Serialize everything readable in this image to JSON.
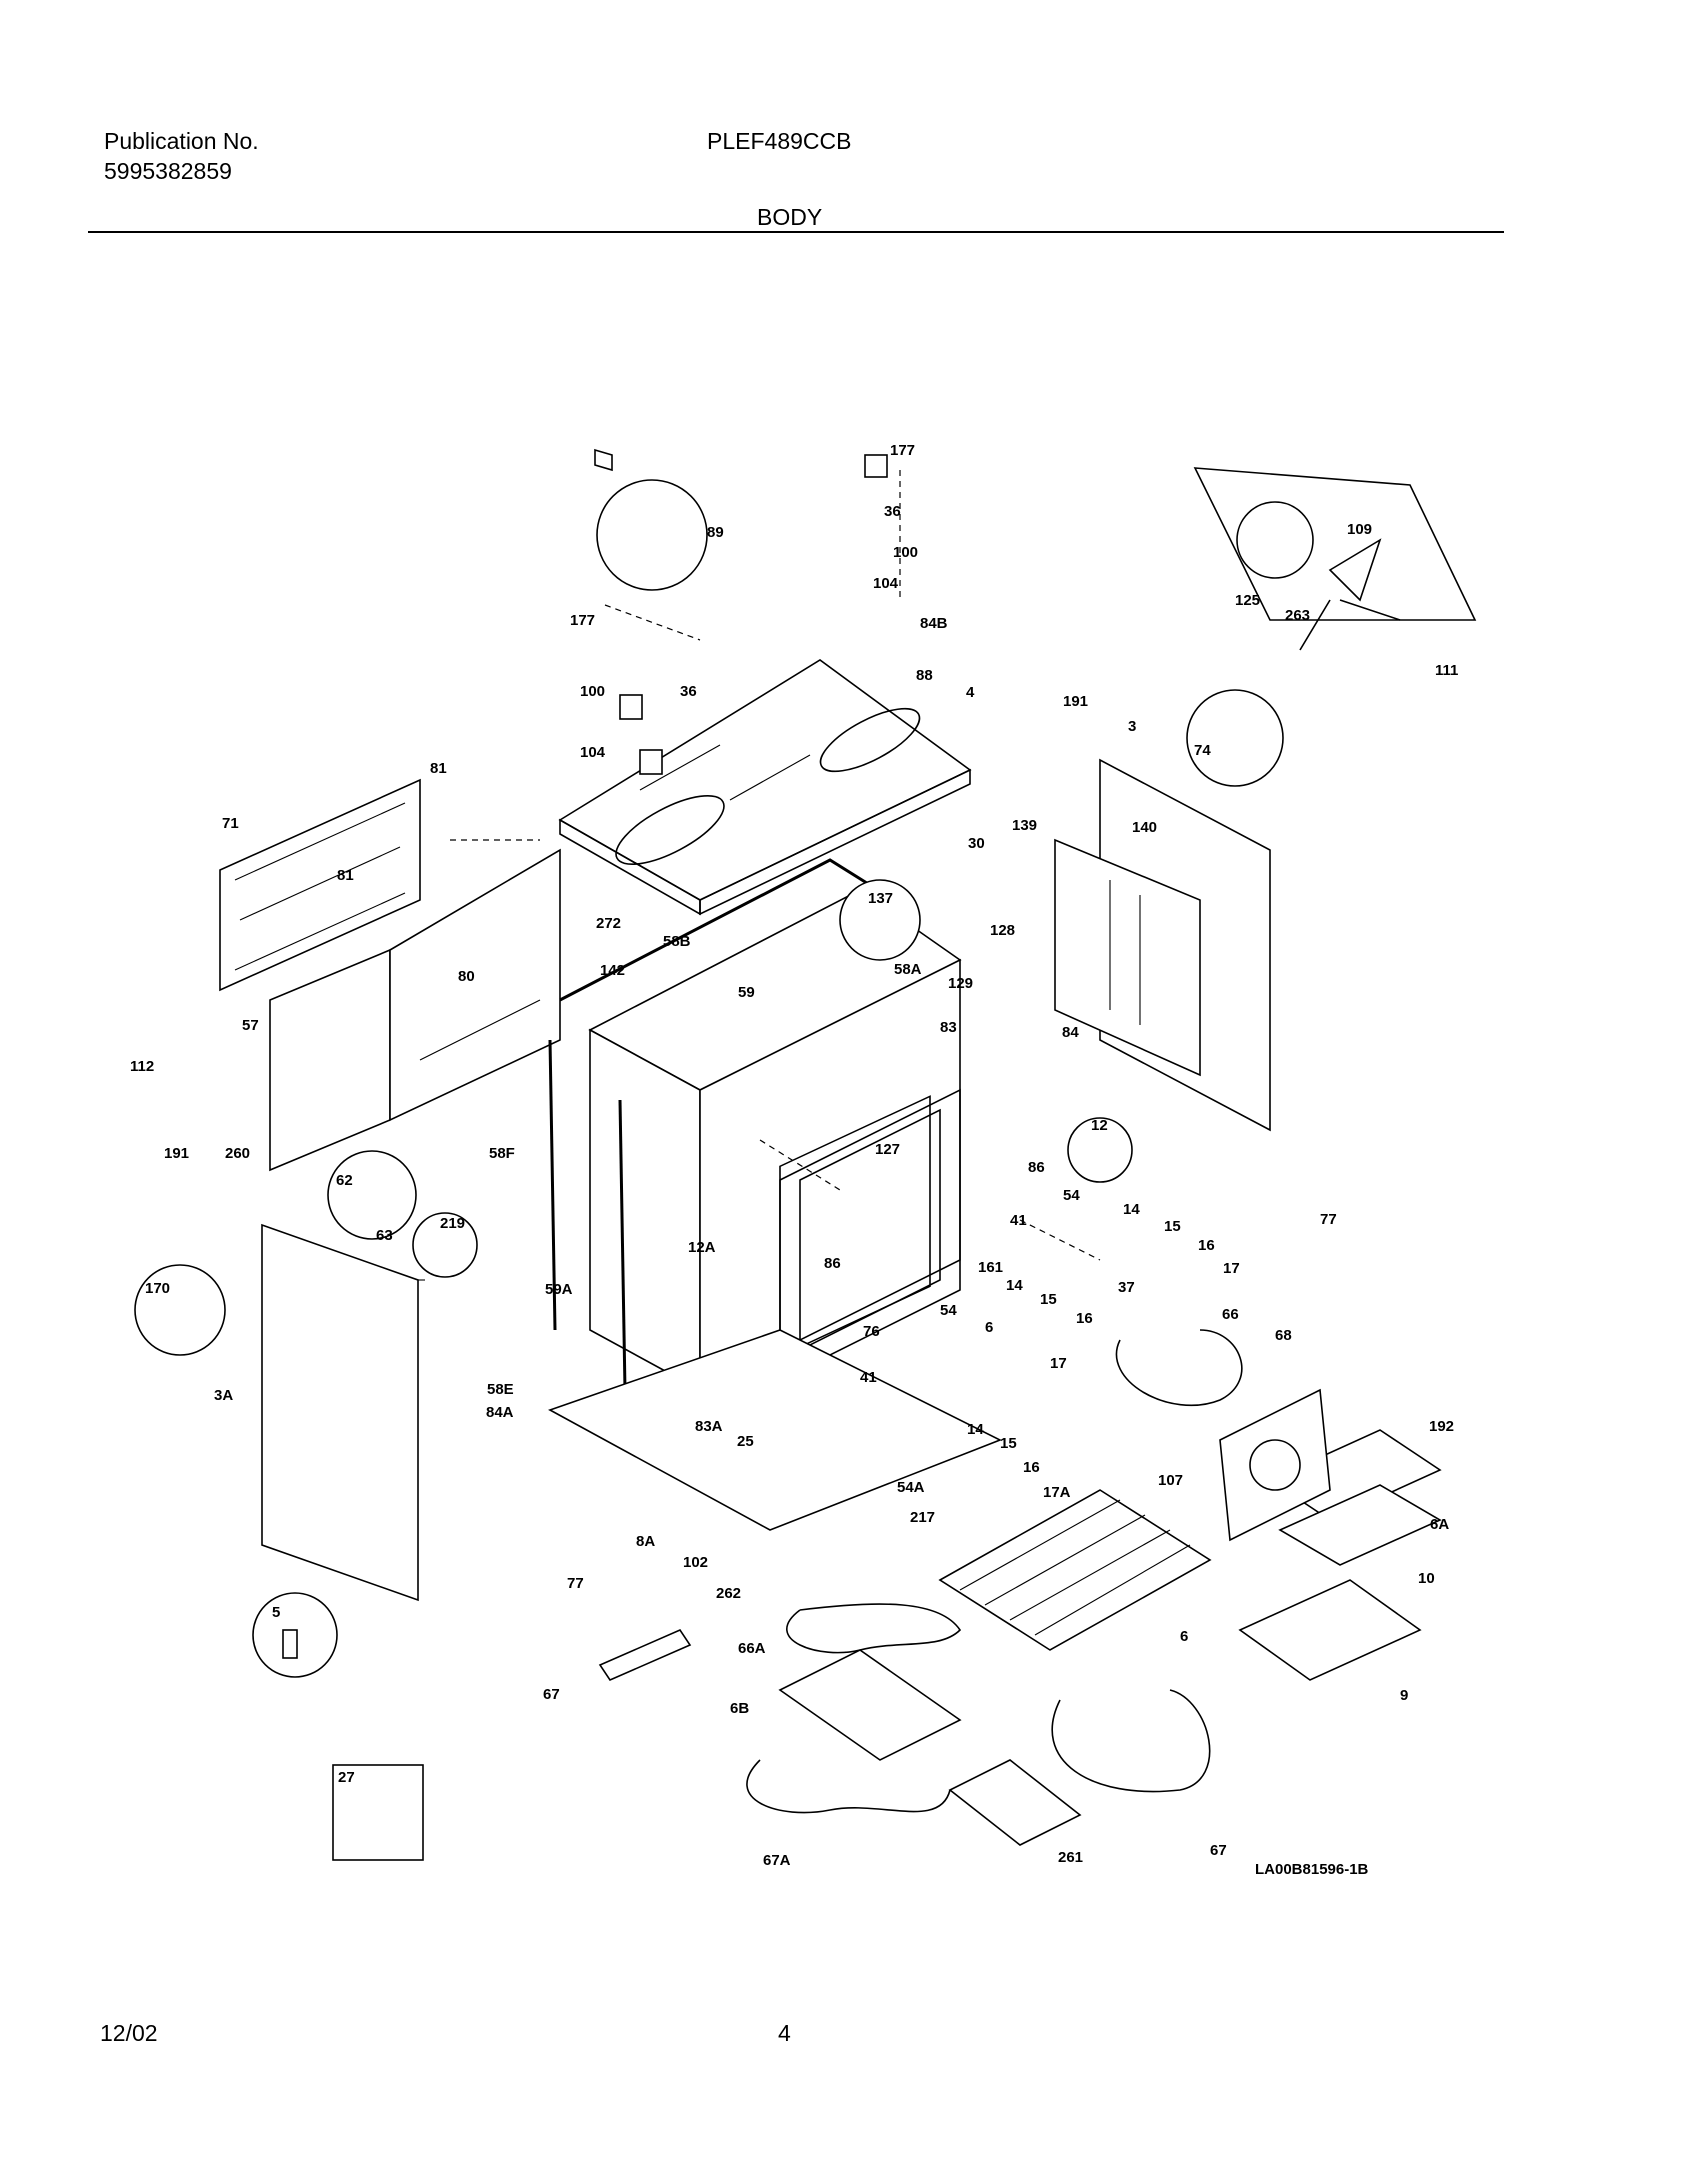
{
  "header": {
    "publication_label": "Publication No.",
    "publication_number": "5995382859",
    "model": "PLEF489CCB",
    "section": "BODY"
  },
  "diagram": {
    "drawing_code": "LA00B81596-1B",
    "callouts": {
      "c177a": "177",
      "c36a": "36",
      "c100a": "100",
      "c104a": "104",
      "c84b": "84B",
      "c89": "89",
      "c177b": "177",
      "c100b": "100",
      "c36b": "36",
      "c104b": "104",
      "c88": "88",
      "c4": "4",
      "c191a": "191",
      "c3": "3",
      "c139": "139",
      "c30": "30",
      "c140": "140",
      "c74": "74",
      "c109": "109",
      "c125": "125",
      "c263": "263",
      "c111": "111",
      "c71": "71",
      "c81a": "81",
      "c81b": "81",
      "c272": "272",
      "c80": "80",
      "c142": "142",
      "c58b": "58B",
      "c137": "137",
      "c128": "128",
      "c129": "129",
      "c59": "59",
      "c58a": "58A",
      "c84": "84",
      "c57": "57",
      "c83": "83",
      "c12": "12",
      "c112": "112",
      "c191b": "191",
      "c260": "260",
      "c58f": "58F",
      "c127": "127",
      "c86a": "86",
      "c62": "62",
      "c63": "63",
      "c219": "219",
      "c41": "41",
      "c54a": "54",
      "c14a": "14",
      "c15a": "15",
      "c16a": "16",
      "c17a": "17",
      "c77a": "77",
      "c170": "170",
      "c12a": "12A",
      "c86b": "86",
      "c161": "161",
      "c59a": "59A",
      "c14b": "14",
      "c37": "37",
      "c54b": "54",
      "c15b": "15",
      "c16b": "16",
      "c66": "66",
      "c68": "68",
      "c3a": "3A",
      "c6a": "6",
      "c17b": "17",
      "c76": "76",
      "c41b": "41",
      "c58e": "58E",
      "c84a": "84A",
      "c25": "25",
      "c83a": "83A",
      "c14c": "14",
      "c15c": "15",
      "c16c": "16",
      "c192": "192",
      "c107": "107",
      "c54c": "54A",
      "c17c": "17A",
      "c8a": "8A",
      "c217": "217",
      "c102": "102",
      "c6aa": "6A",
      "c77b": "77",
      "c262": "262",
      "c10": "10",
      "c5": "5",
      "c66a": "66A",
      "c6b": "6",
      "c67a": "67",
      "c6bb": "6B",
      "c9": "9",
      "c27": "27",
      "c67aa": "67A",
      "c261": "261",
      "c67b": "67"
    }
  },
  "footer": {
    "date": "12/02",
    "page": "4"
  }
}
